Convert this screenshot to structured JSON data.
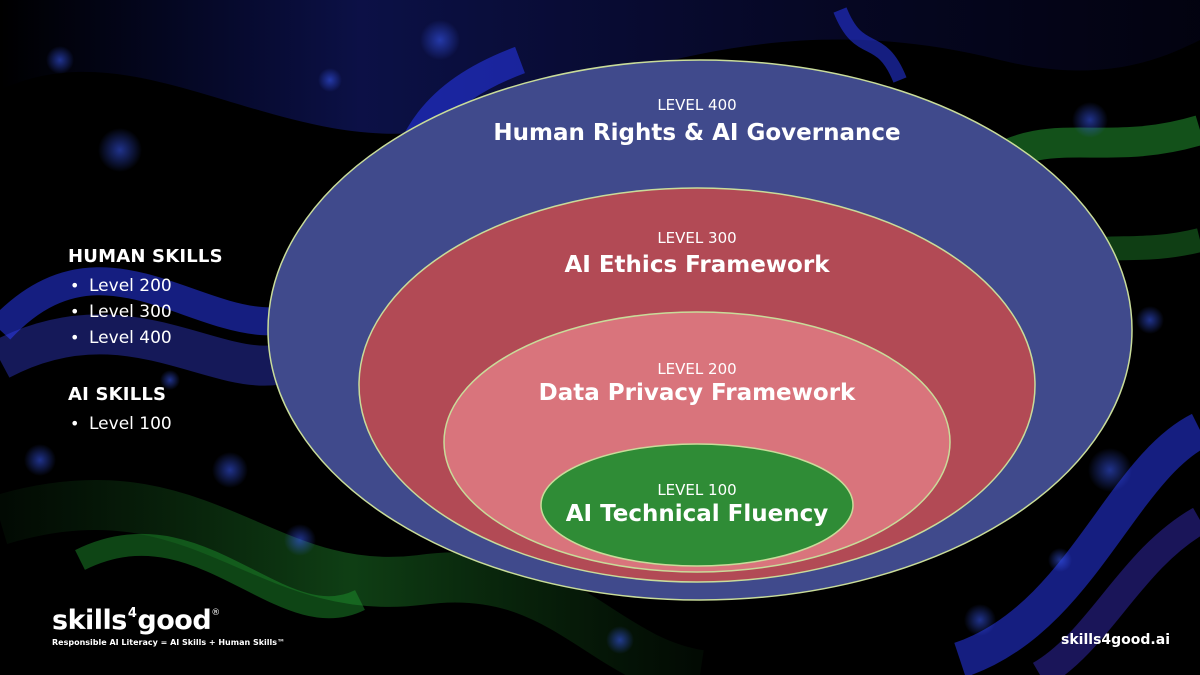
{
  "colors": {
    "level_400": "#404a8c",
    "level_300": "#b24a55",
    "level_200": "#d9747c",
    "level_100": "#2f8c36",
    "ring_stroke": "#c9dc9a"
  },
  "levels": [
    {
      "code": "LEVEL 400",
      "title": "Human Rights & AI Governance"
    },
    {
      "code": "LEVEL 300",
      "title": "AI Ethics Framework"
    },
    {
      "code": "LEVEL 200",
      "title": "Data Privacy Framework"
    },
    {
      "code": "LEVEL 100",
      "title": "AI Technical Fluency"
    }
  ],
  "skills": {
    "human": {
      "heading": "HUMAN SKILLS",
      "items": [
        "Level 200",
        "Level 300",
        "Level 400"
      ]
    },
    "ai": {
      "heading": "AI SKILLS",
      "items": [
        "Level 100"
      ]
    }
  },
  "brand": {
    "name_part1": "skills",
    "name_part2": "4",
    "name_part3": "good",
    "reg_mark": "®",
    "tagline": "Responsible AI Literacy = AI Skills + Human Skills™"
  },
  "footer": {
    "url": "skills4good.ai"
  }
}
